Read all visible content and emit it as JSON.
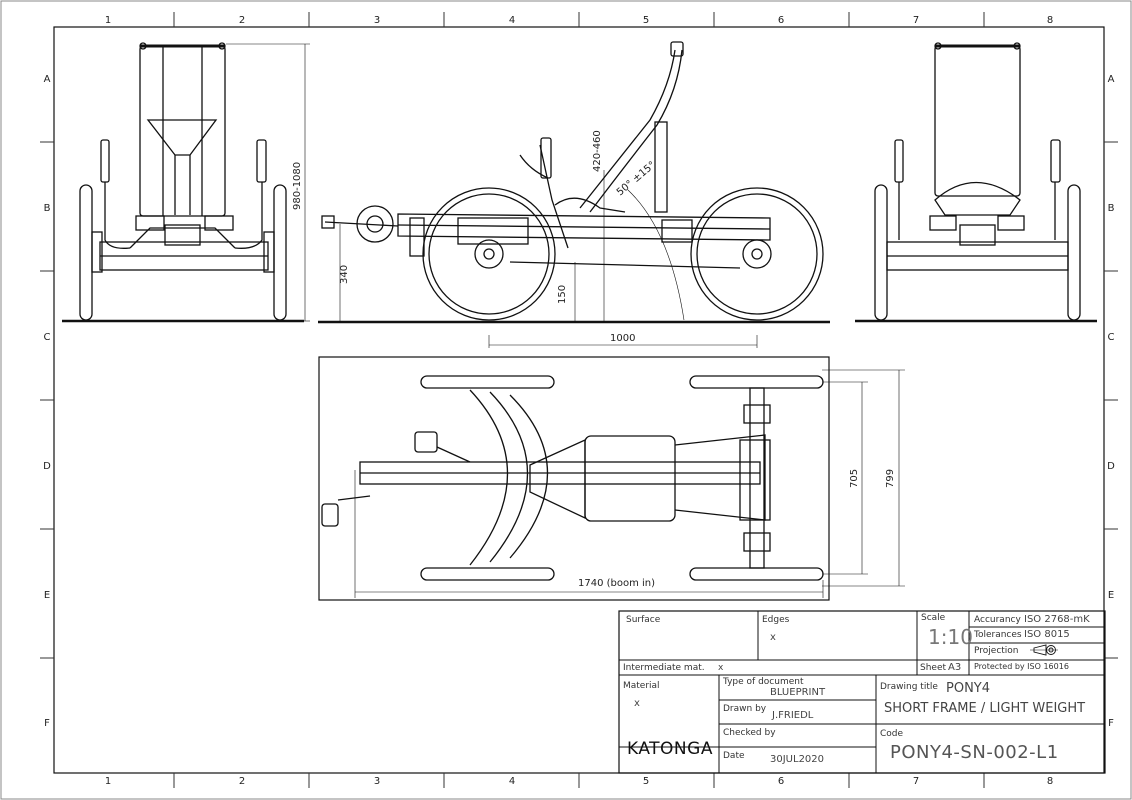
{
  "zones": {
    "columns": [
      "1",
      "2",
      "3",
      "4",
      "5",
      "6",
      "7",
      "8"
    ],
    "rows": [
      "A",
      "B",
      "C",
      "D",
      "E",
      "F"
    ]
  },
  "dimensions": {
    "height_seat": "980-1080",
    "crank_height": "340",
    "ground_clearance": "150",
    "seat_range": "420-460",
    "seat_angle": "50° ±15°",
    "wheelbase": "1000",
    "width_inner": "705",
    "width_outer": "799",
    "length": "1740 (boom in)"
  },
  "title_block": {
    "surface_label": "Surface",
    "edges_label": "Edges",
    "edges_value": "x",
    "scale_label": "Scale",
    "scale_value": "1:10",
    "accuracy_label": "Accurancy",
    "accuracy_value": "ISO 2768-mK",
    "tolerances_label": "Tolerances",
    "tolerances_value": "ISO 8015",
    "projection_label": "Projection",
    "intermediate_label": "Intermediate mat.",
    "intermediate_value": "x",
    "sheet_label": "Sheet",
    "sheet_value": "A3",
    "protected": "Protected by ISO 16016",
    "material_label": "Material",
    "material_value": "x",
    "doc_type_label": "Type of document",
    "doc_type_value": "BLUEPRINT",
    "drawing_title_label": "Drawing title",
    "drawing_title_1": "PONY4",
    "drawing_title_2": "SHORT FRAME / LIGHT WEIGHT",
    "drawn_by_label": "Drawn by",
    "drawn_by_value": "J.FRIEDL",
    "checked_by_label": "Checked by",
    "code_label": "Code",
    "code_value": "PONY4-SN-002-L1",
    "date_label": "Date",
    "date_value": "30JUL2020",
    "logo": "KATONGA"
  }
}
